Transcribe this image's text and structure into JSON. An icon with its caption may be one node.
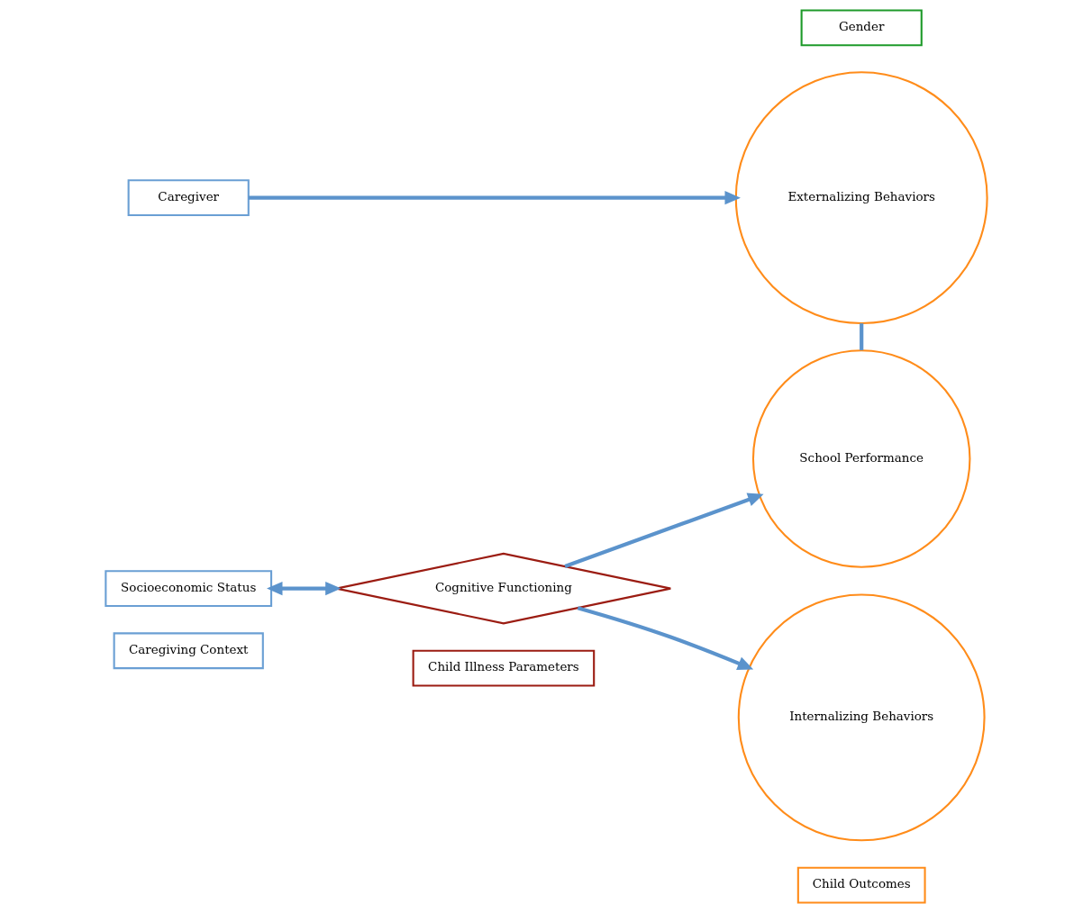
{
  "diagram": {
    "nodes": [
      {
        "text": [
          "Caregiving Context"
        ]
      },
      {
        "text": [
          "Child Illness Parameters"
        ]
      },
      {
        "text": [
          "Child Outcomes"
        ]
      },
      {
        "text": [
          "Caregiver"
        ]
      },
      {
        "text": [
          "Externalizing Behaviors"
        ]
      },
      {
        "text": [
          "Internalizing Behaviors"
        ]
      },
      {
        "text": [
          "Gender"
        ]
      },
      {
        "text": [
          "Socioeconomic Status"
        ]
      },
      {
        "text": [
          "Cognitive Functioning"
        ]
      },
      {
        "text": [
          "School Performance"
        ]
      }
    ],
    "edges": [
      {
        "from": 3,
        "to": 4,
        "arrow": "to"
      },
      {
        "from": 7,
        "to": 8,
        "arrow": "both"
      },
      {
        "from": 8,
        "to": 5,
        "arrow": "to"
      },
      {
        "from": 8,
        "to": 9,
        "arrow": "to"
      },
      {
        "from": 4,
        "to": 9,
        "arrow": "none"
      }
    ]
  }
}
